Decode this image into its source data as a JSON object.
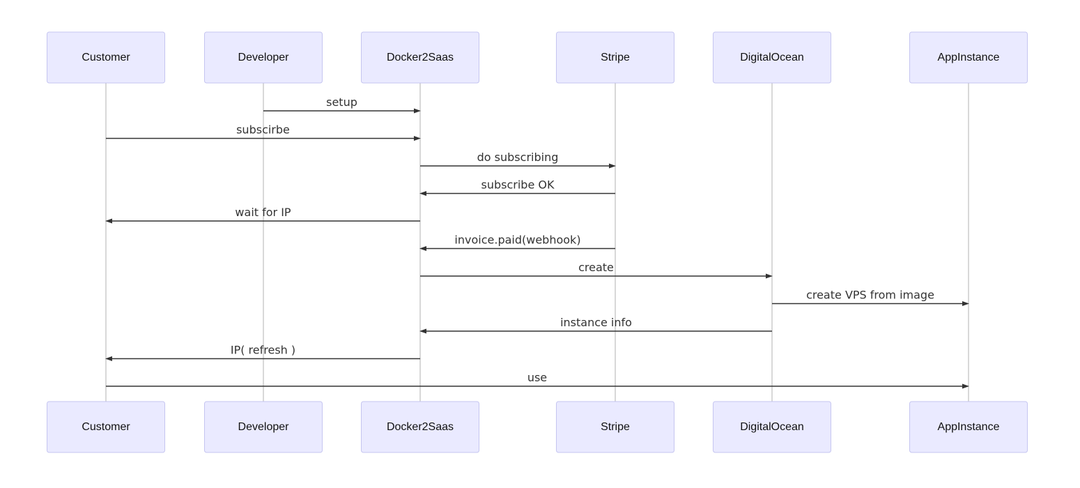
{
  "participants": [
    {
      "id": "Customer",
      "label": "Customer"
    },
    {
      "id": "Developer",
      "label": "Developer"
    },
    {
      "id": "Docker2Saas",
      "label": "Docker2Saas"
    },
    {
      "id": "Stripe",
      "label": "Stripe"
    },
    {
      "id": "DigitalOcean",
      "label": "DigitalOcean"
    },
    {
      "id": "AppInstance",
      "label": "AppInstance"
    }
  ],
  "messages": [
    {
      "from": "Developer",
      "to": "Docker2Saas",
      "label": "setup"
    },
    {
      "from": "Customer",
      "to": "Docker2Saas",
      "label": "subscirbe"
    },
    {
      "from": "Docker2Saas",
      "to": "Stripe",
      "label": "do subscribing"
    },
    {
      "from": "Stripe",
      "to": "Docker2Saas",
      "label": "subscribe OK"
    },
    {
      "from": "Docker2Saas",
      "to": "Customer",
      "label": "wait for IP"
    },
    {
      "from": "Stripe",
      "to": "Docker2Saas",
      "label": "invoice.paid(webhook)"
    },
    {
      "from": "Docker2Saas",
      "to": "DigitalOcean",
      "label": "create"
    },
    {
      "from": "DigitalOcean",
      "to": "AppInstance",
      "label": "create VPS from image"
    },
    {
      "from": "DigitalOcean",
      "to": "Docker2Saas",
      "label": "instance info"
    },
    {
      "from": "Docker2Saas",
      "to": "Customer",
      "label": "IP( refresh )"
    },
    {
      "from": "Customer",
      "to": "AppInstance",
      "label": "use"
    }
  ]
}
